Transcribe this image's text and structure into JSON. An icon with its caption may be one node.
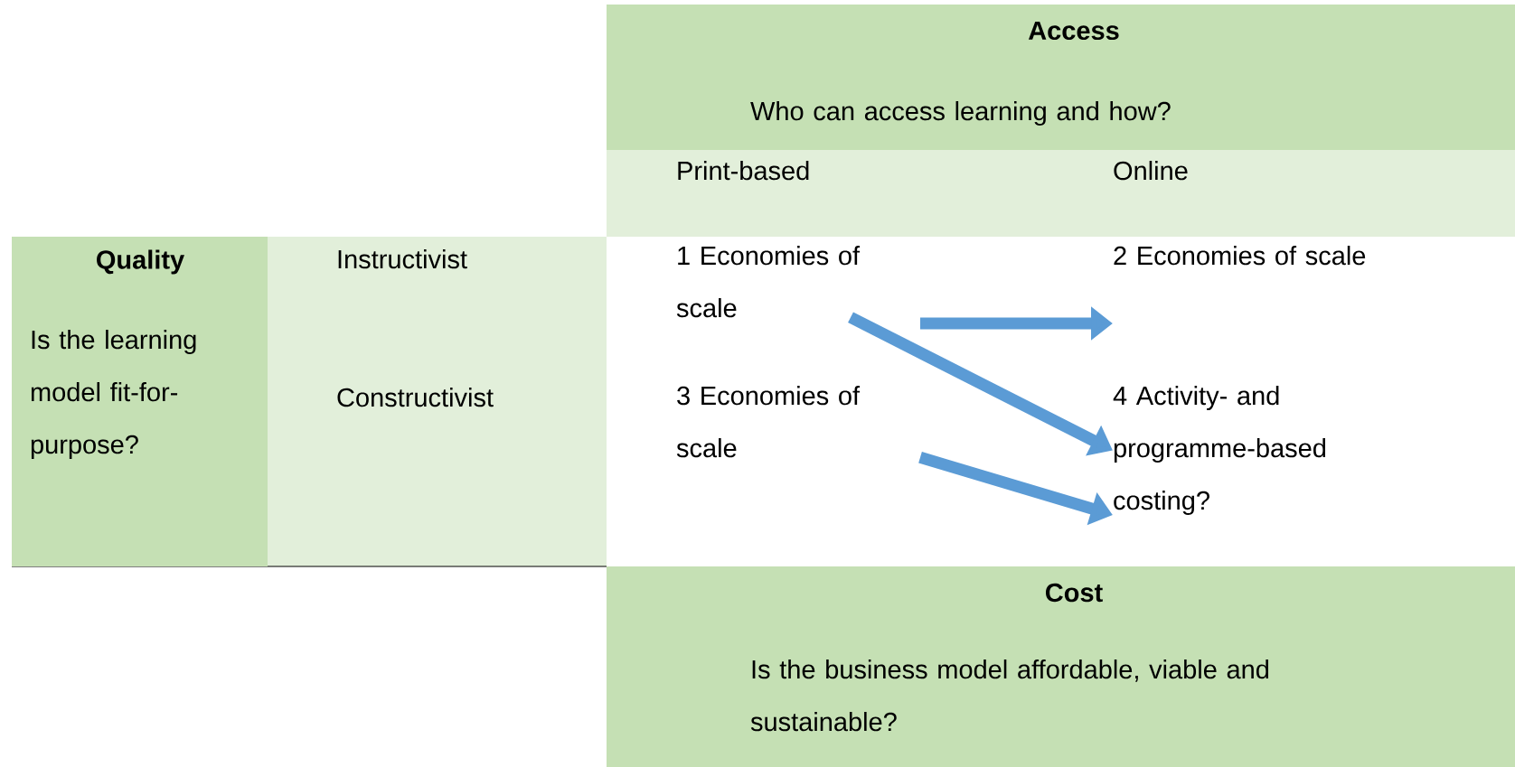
{
  "diagram": {
    "nodes": [
      {
        "text": [
          "Access",
          "Who can access learning and how?"
        ]
      },
      {
        "text": [
          "Print-based"
        ]
      },
      {
        "text": [
          "Online"
        ]
      },
      {
        "text": [
          "Quality",
          "Is the learning model fit-for-purpose?"
        ]
      },
      {
        "text": [
          "Instructivist"
        ]
      },
      {
        "text": [
          "Constructivist"
        ]
      },
      {
        "text": [
          "1 Economies of scale"
        ]
      },
      {
        "text": [
          "2 Economies of scale"
        ]
      },
      {
        "text": [
          "3 Economies of scale"
        ]
      },
      {
        "text": [
          "4 Activity- and programme-based costing?"
        ]
      },
      {
        "text": [
          "Cost",
          "Is the business model affordable, viable and sustainable?"
        ]
      }
    ],
    "edges": [
      {
        "from": 6,
        "to": 7,
        "arrow": "to"
      },
      {
        "from": 6,
        "to": 9,
        "arrow": "to"
      },
      {
        "from": 8,
        "to": 9,
        "arrow": "to"
      }
    ]
  }
}
